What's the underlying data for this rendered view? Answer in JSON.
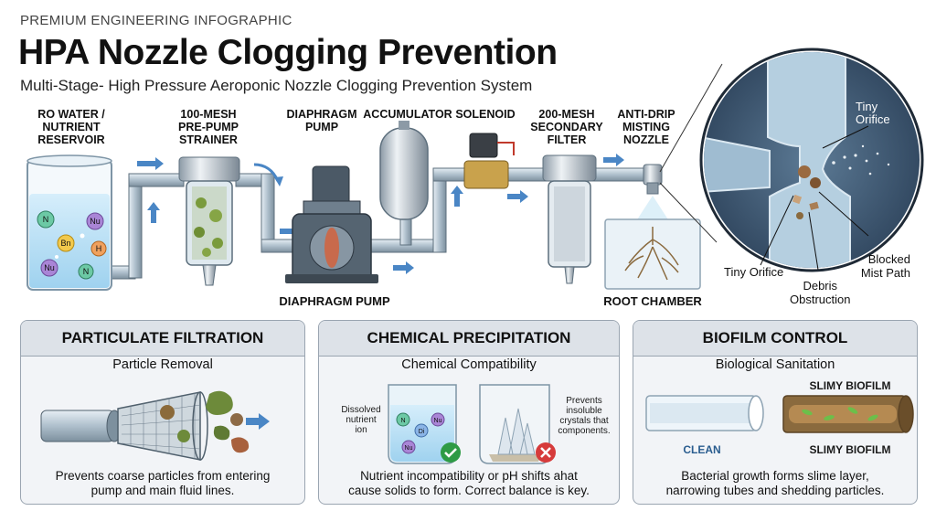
{
  "header": {
    "kicker": "PREMIUM ENGINEERING INFOGRAPHIC",
    "title": "HPA Nozzle Clogging Prevention",
    "subtitle": "Multi-Stage- High Pressure Aeroponic Nozzle Clogging Prevention System"
  },
  "flow": {
    "reservoir_1": "RO WATER /",
    "reservoir_2": "NUTRIENT",
    "reservoir_3": "RESERVOIR",
    "strainer_1": "100-MESH",
    "strainer_2": "PRE-PUMP",
    "strainer_3": "STRAINER",
    "pump_top_1": "DIAPHRAGM",
    "pump_top_2": "PUMP",
    "accumulator": "ACCUMULATOR",
    "solenoid": "SOLENOID",
    "filter_1": "200-MESH",
    "filter_2": "SECONDARY",
    "filter_3": "FILTER",
    "nozzle_1": "ANTI-DRIP",
    "nozzle_2": "MISTING",
    "nozzle_3": "NOZZLE",
    "pump_bottom": "DIAPHRAGM PUMP",
    "root_chamber": "ROOT CHAMBER",
    "ions": [
      "N",
      "Nu",
      "Bn",
      "H",
      "Nu",
      "N"
    ]
  },
  "zoom": {
    "tiny_orifice_top_1": "Tiny",
    "tiny_orifice_top_2": "Orifice",
    "tiny_orifice_bottom": "Tiny Orifice",
    "debris_1": "Debris",
    "debris_2": "Obstruction",
    "blocked_1": "Blocked",
    "blocked_2": "Mist Path"
  },
  "panels": {
    "particulate": {
      "title": "PARTICULATE FILTRATION",
      "subtitle": "Particle Removal",
      "desc_1": "Prevents coarse particles from entering",
      "desc_2": "pump and main fluid lines."
    },
    "chemical": {
      "title": "CHEMICAL PRECIPITATION",
      "subtitle": "Chemical Compatibility",
      "left_note_1": "Dissolved",
      "left_note_2": "nutrient",
      "left_note_3": "ion",
      "right_note_1": "Prevents",
      "right_note_2": "insoluble",
      "right_note_3": "crystals that",
      "right_note_4": "components.",
      "desc_1": "Nutrient incompatibility or pH shifts ahat",
      "desc_2": "cause solids to form. Correct balance is key.",
      "ions": [
        "N",
        "Nu",
        "Di",
        "Nu"
      ]
    },
    "biofilm": {
      "title": "BIOFILM CONTROL",
      "subtitle": "Biological Sanitation",
      "clean_label": "CLEAN",
      "slimy_top": "SLIMY BIOFILM",
      "slimy_bottom": "SLIMY BIOFILM",
      "desc_1": "Bacterial growth forms slime layer,",
      "desc_2": "narrowing tubes and shedding particles."
    }
  },
  "colors": {
    "pipe": "#aebfcc",
    "pipe_dark": "#6f8494",
    "water": "#bfe2f5",
    "arrow": "#4a86c5",
    "check": "#2e9b45",
    "cross": "#d63b3b",
    "panel_head": "#dde2e8"
  }
}
